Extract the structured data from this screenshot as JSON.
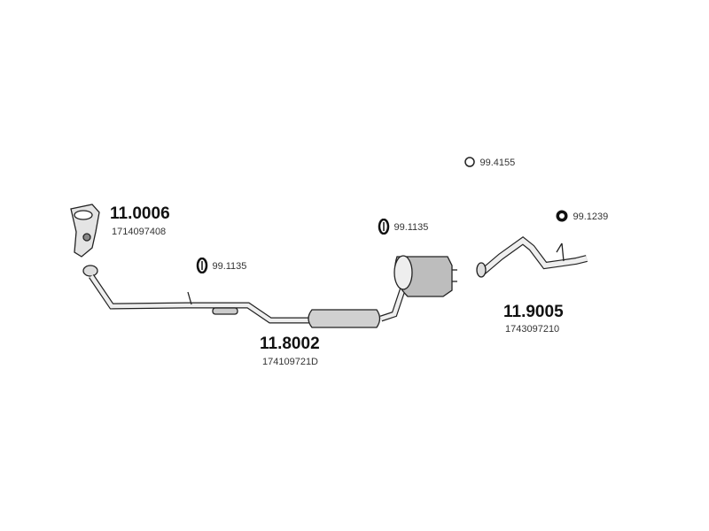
{
  "parts": [
    {
      "id": "catalyst",
      "part_number": "11.0006",
      "oe_number": "1714097408"
    },
    {
      "id": "front-pipe",
      "part_number": "11.8002",
      "oe_number": "174109721D"
    },
    {
      "id": "rear-pipe",
      "part_number": "11.9005",
      "oe_number": "1743097210"
    }
  ],
  "accessories": [
    {
      "id": "ring",
      "number": "99.4155",
      "icon": "ring-icon"
    },
    {
      "id": "hanger-mid",
      "number": "99.1135",
      "icon": "rubber-hanger-icon"
    },
    {
      "id": "hanger-front",
      "number": "99.1135",
      "icon": "rubber-hanger-icon"
    },
    {
      "id": "hanger-rear",
      "number": "99.1239",
      "icon": "rubber-mount-icon"
    }
  ]
}
